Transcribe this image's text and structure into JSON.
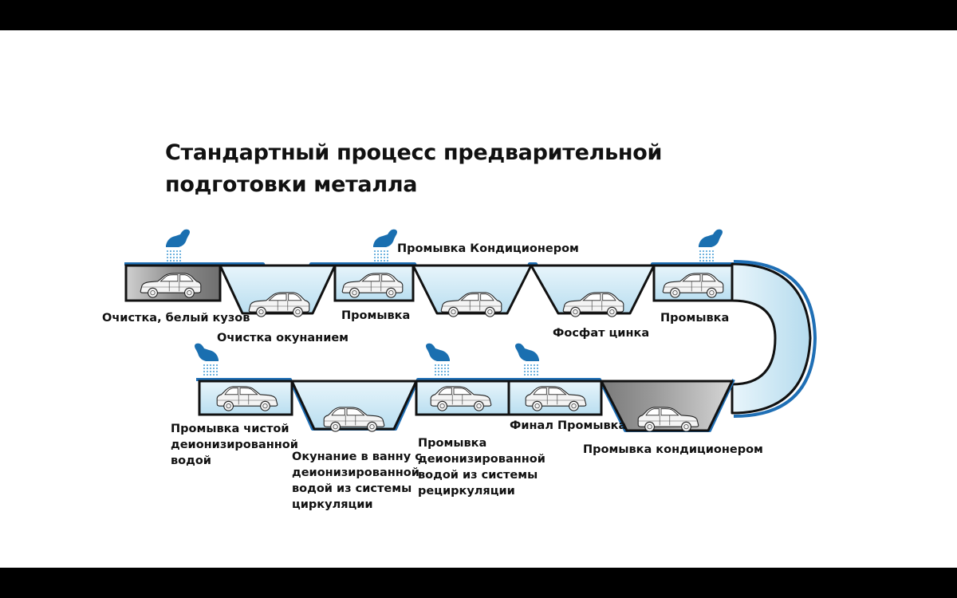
{
  "title": {
    "line1": "Стандартный процесс предварительной",
    "line2": "подготовки металла"
  },
  "stages": {
    "top_label": "Промывка Кондиционером",
    "cleaning_white_body": "Очистка, белый кузов",
    "dip_cleaning": "Очистка окунанием",
    "rinse_1": "Промывка",
    "zinc_phosphate": "Фосфат цинка",
    "rinse_2": "Промывка",
    "rinse_di_water": [
      "Промывка чистой",
      "деионизированной",
      "водой"
    ],
    "dip_di_recirc": [
      "Окунание в ванну с",
      "деионизированной",
      "водой из системы",
      "циркуляции"
    ],
    "rinse_di_recirc": [
      "Промывка",
      "деионизированной",
      "водой из системы",
      "рециркуляции"
    ],
    "final_rinse": "Финал Промывка",
    "conditioner_rinse": "Промывка кондиционером"
  },
  "icons": {
    "spray": "spray-nozzle-icon",
    "car": "car-icon"
  },
  "colors": {
    "tank_outline_blue": "#1f6fb5",
    "water_fill": "#cfe9f5",
    "grey_fill": "#a8a8a8",
    "nozzle_blue": "#1a6fb0"
  }
}
